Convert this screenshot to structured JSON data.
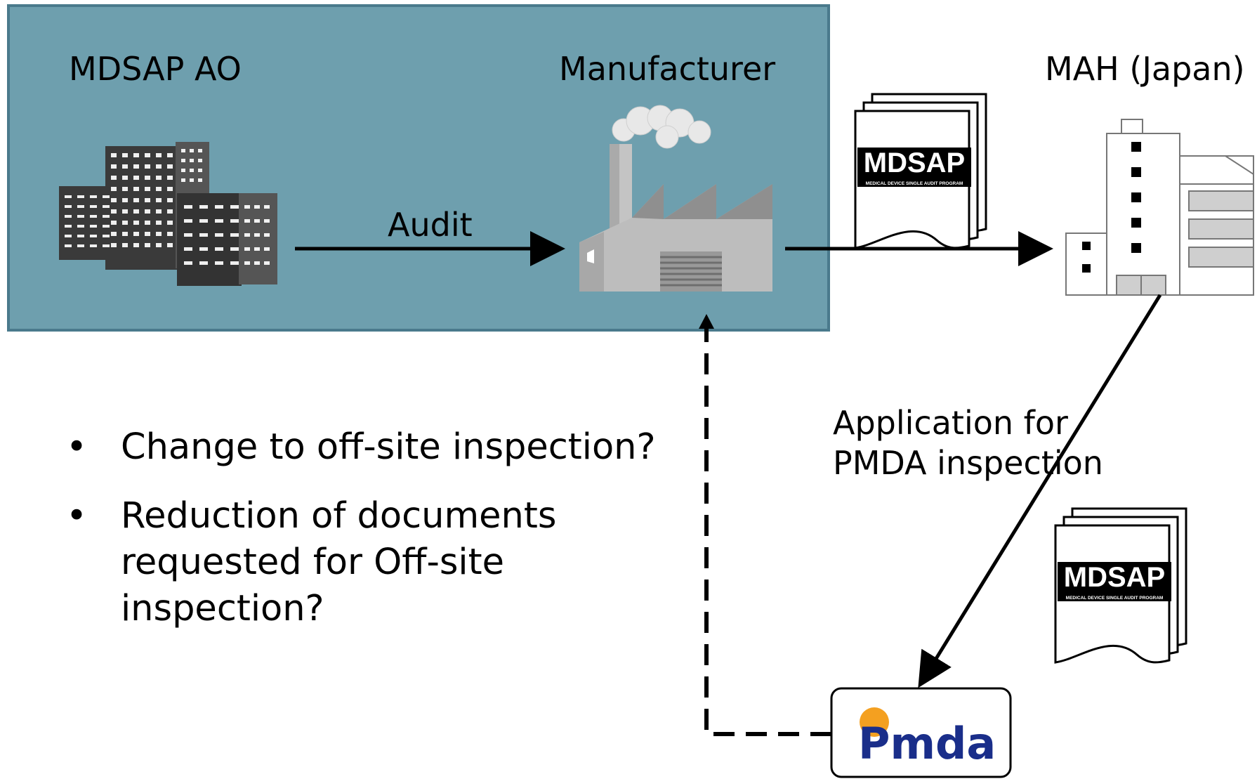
{
  "nodes": {
    "ao_label": "MDSAP AO",
    "manufacturer_label": "Manufacturer",
    "mah_label": "MAH (Japan)"
  },
  "edges": {
    "audit_label": "Audit",
    "application_label_line1": "Application for",
    "application_label_line2": "PMDA inspection"
  },
  "documents": {
    "logo_text": "MDSAP",
    "logo_subtext": "MEDICAL DEVICE SINGLE AUDIT PROGRAM"
  },
  "pmda_logo_text": "Pmda",
  "bullets": [
    "Change to off-site inspection?",
    "Reduction of documents requested for Off-site inspection?"
  ],
  "bullet_symbol": "•",
  "colors": {
    "panel_fill": "#6e9fae",
    "panel_border": "#4a7a8c",
    "pmda_blue": "#1a2e8a",
    "pmda_orange": "#f4a020"
  }
}
